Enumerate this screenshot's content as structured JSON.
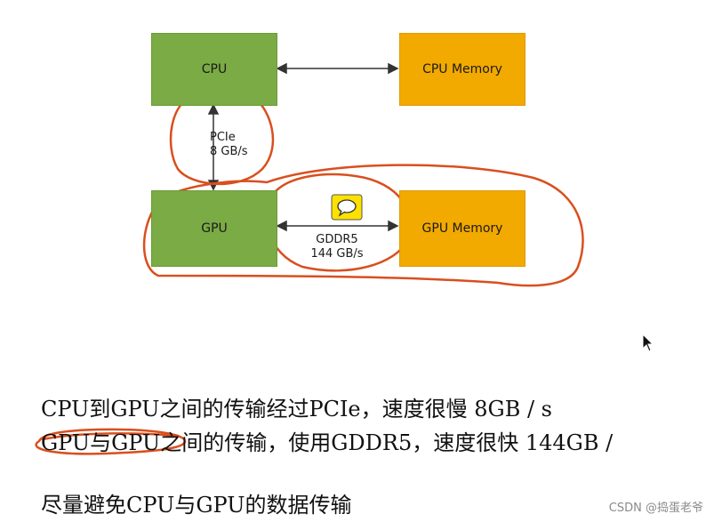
{
  "diagram": {
    "cpu_label": "CPU",
    "cpu_memory_label": "CPU Memory",
    "gpu_label": "GPU",
    "gpu_memory_label": "GPU Memory",
    "pcie_line1": "PCIe",
    "pcie_line2": "8 GB/s",
    "gddr_line1": "GDDR5",
    "gddr_line2": "144 GB/s",
    "colors": {
      "green": "#7aab45",
      "orange": "#f2a900",
      "annotation": "#d94f1e"
    }
  },
  "notes": {
    "line1": "CPU到GPU之间的传输经过PCIe，速度很慢 8GB / s",
    "line2": "GPU与GPU之间的传输，使用GDDR5，速度很快 144GB /",
    "line3": "尽量避免CPU与GPU的数据传输"
  },
  "watermark": "CSDN @捣蛋老爷",
  "icons": [
    "chat-bubble-icon",
    "mouse-cursor-icon"
  ]
}
